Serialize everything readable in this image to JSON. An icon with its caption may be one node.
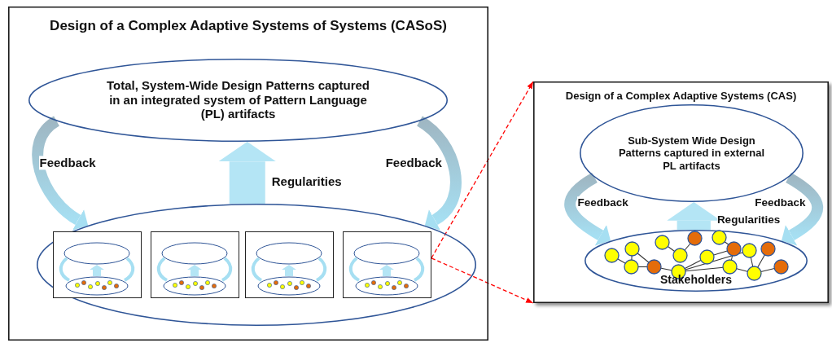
{
  "diagram": {
    "nodes": [
      {
        "text": [
          "Design of a Complex Adaptive Systems of Systems (CASoS)"
        ]
      },
      {
        "text": [
          "Total, System-Wide Design Patterns captured in an integrated system of Pattern Language (PL) artifacts"
        ],
        "in": 0
      },
      {
        "text": [],
        "shape": "ellipse",
        "in": 0
      },
      {
        "text": [],
        "shape": "picture",
        "in": 2
      },
      {
        "text": [],
        "shape": "picture",
        "in": 2
      },
      {
        "text": [],
        "shape": "picture",
        "in": 2
      },
      {
        "text": [],
        "shape": "picture",
        "in": 2
      },
      {
        "text": [
          "Design of a Complex Adaptive Systems (CAS)"
        ]
      },
      {
        "text": [
          "Sub-System Wide Design Patterns captured in external PL artifacts"
        ],
        "in": 7
      },
      {
        "text": [
          "Stakeholders"
        ],
        "in": 7
      }
    ],
    "edges": [
      {
        "from": 1,
        "to": 2,
        "arrow": "to",
        "label": "Feedback",
        "style": "thick"
      },
      {
        "from": 1,
        "to": 2,
        "arrow": "to",
        "label": "Feedback",
        "style": "thick"
      },
      {
        "from": 2,
        "to": 1,
        "arrow": "to",
        "label": "Regularities",
        "style": "thick"
      },
      {
        "from": 8,
        "to": 9,
        "arrow": "to",
        "label": "Feedback",
        "style": "thick"
      },
      {
        "from": 8,
        "to": 9,
        "arrow": "to",
        "label": "Feedback",
        "style": "thick"
      },
      {
        "from": 9,
        "to": 8,
        "arrow": "to",
        "label": "Regularities",
        "style": "thick"
      },
      {
        "from": 6,
        "to": 7,
        "arrow": "to",
        "style": "dashed",
        "color": "#ff0000"
      },
      {
        "from": 6,
        "to": 7,
        "arrow": "to",
        "style": "dashed",
        "color": "#ff0000"
      }
    ]
  }
}
